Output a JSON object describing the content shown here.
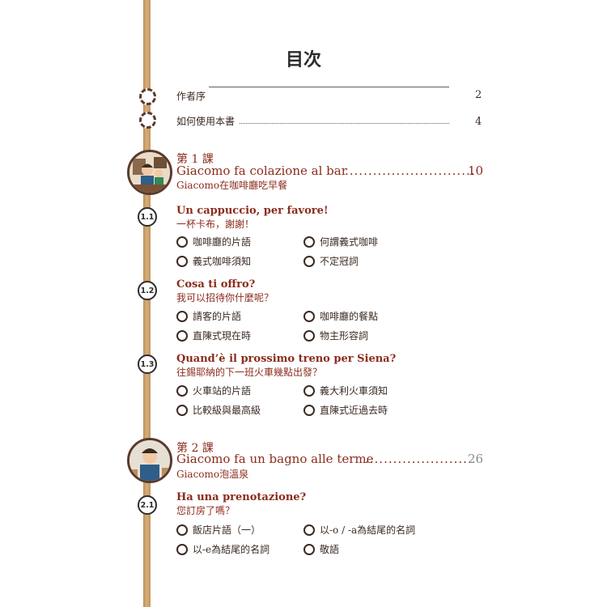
{
  "title": "目次",
  "preface": [
    {
      "label": "作者序",
      "page": "2"
    },
    {
      "label": "如何使用本書",
      "page": "4"
    }
  ],
  "lessons": [
    {
      "number": "第 1 課",
      "title": "Giacomo fa colazione al bar",
      "dots": "............................",
      "page": "10",
      "subtitle_zh": "Giacomo在咖啡廳吃早餐",
      "sections": [
        {
          "badge": "1.1",
          "title": "Un cappuccio, per favore!",
          "subtitle_zh": "一杯卡布，謝謝！",
          "items": [
            "咖啡廳的片語",
            "何謂義式咖啡",
            "義式咖啡須知",
            "不定冠詞"
          ]
        },
        {
          "badge": "1.2",
          "title": "Cosa ti offro?",
          "subtitle_zh": "我可以招待你什麼呢？",
          "items": [
            "請客的片語",
            "咖啡廳的餐點",
            "直陳式現在時",
            "物主形容詞"
          ]
        },
        {
          "badge": "1.3",
          "title": "Quand’è il prossimo treno per Siena?",
          "subtitle_zh": "往錫耶納的下一班火車幾點出發？",
          "items": [
            "火車站的片語",
            "義大利火車須知",
            "比較級與最高級",
            "直陳式近過去時"
          ]
        }
      ]
    },
    {
      "number": "第 2 課",
      "title": "Giacomo fa un bagno alle terme",
      "dots": ".......................",
      "page": "26",
      "subtitle_zh": "Giacomo泡溫泉",
      "sections": [
        {
          "badge": "2.1",
          "title": "Ha una prenotazione?",
          "subtitle_zh": "您訂房了嗎？",
          "items": [
            "飯店片語（一）",
            "以-o / -a為結尾的名詞",
            "以-e為結尾的名詞",
            "敬語"
          ]
        }
      ]
    }
  ]
}
